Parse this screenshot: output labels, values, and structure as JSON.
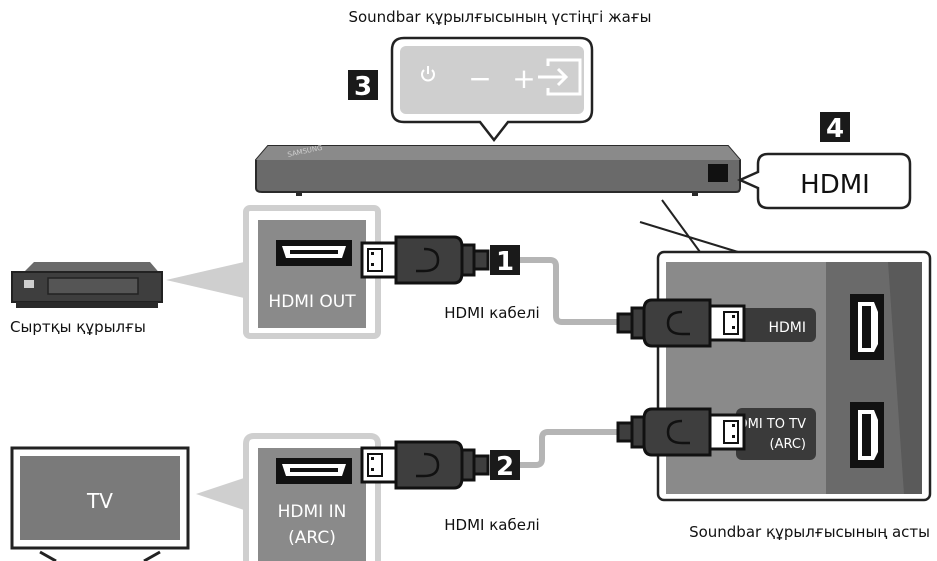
{
  "labels": {
    "top_title": "Soundbar құрылғысының үстіңгі жағы",
    "bottom_title": "Soundbar құрылғысының асты",
    "external_device": "Сыртқы құрылғы",
    "cable_1": "HDMI кабелі",
    "cable_2": "HDMI кабелі",
    "hdmi_callout": "HDMI",
    "soundbar_logo": "SAMSUNG"
  },
  "badges": {
    "b1": "1",
    "b2": "2",
    "b3": "3",
    "b4": "4"
  },
  "ports": {
    "hdmi_out": "HDMI OUT",
    "hdmi_in_line1": "HDMI IN",
    "hdmi_in_line2": "(ARC)",
    "sb_hdmi": "HDMI",
    "sb_hdmi_tv_line1": "HDMI TO TV",
    "sb_hdmi_tv_line2": "(ARC)"
  },
  "tv": {
    "label": "TV"
  },
  "top_panel_buttons": {
    "power": "power-icon",
    "minus": "−",
    "plus": "+",
    "source": "source-icon"
  },
  "colors": {
    "dark_gray": "#4a4a4a",
    "mid_gray": "#8a8a8a",
    "light_gray": "#cfcfcf",
    "badge": "#1a1a1a",
    "cable": "#b5b5b5"
  }
}
